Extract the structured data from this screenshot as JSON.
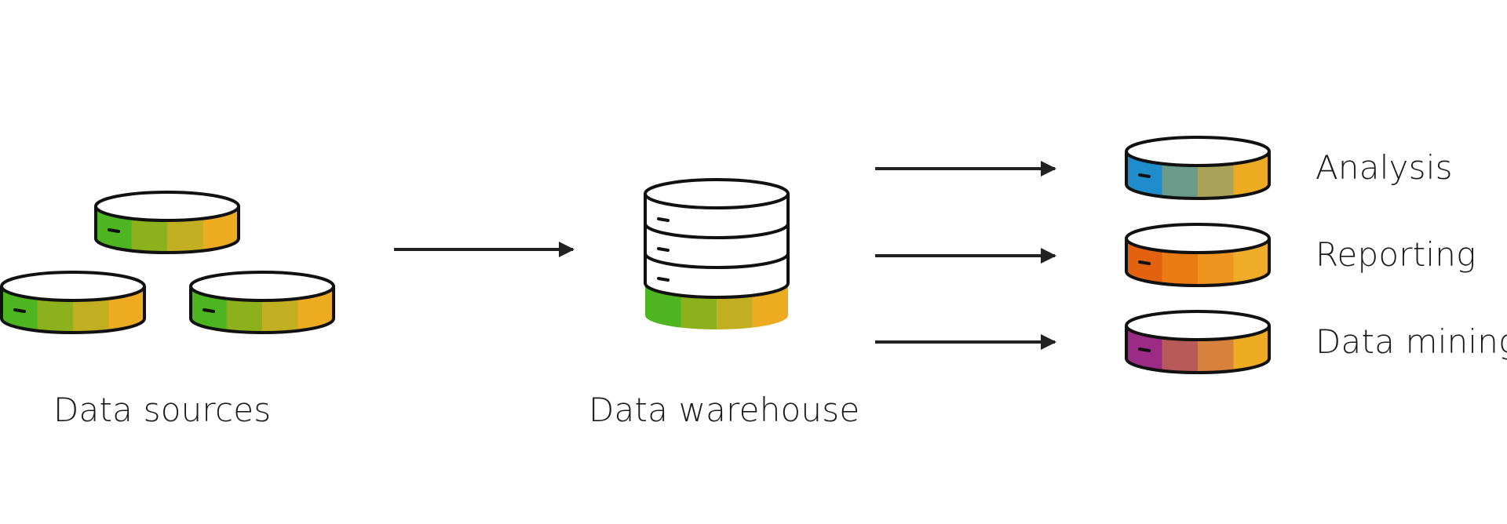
{
  "labels": {
    "data_sources": "Data sources",
    "data_warehouse": "Data warehouse",
    "analysis": "Analysis",
    "reporting": "Reporting",
    "data_mining": "Data mining"
  },
  "colors": {
    "outline": "#111111",
    "arrow": "#222222",
    "green_band": [
      "#4db51f",
      "#8db01d",
      "#c2ae21",
      "#edab22"
    ],
    "analysis_band": [
      "#1f8ccc",
      "#6a9a8a",
      "#a9a258",
      "#edab22"
    ],
    "reporting_band": [
      "#e3620f",
      "#ea7b12",
      "#ee9420",
      "#efac28"
    ],
    "mining_band": [
      "#9b2b85",
      "#b85a5a",
      "#d6823c",
      "#edab22"
    ]
  }
}
